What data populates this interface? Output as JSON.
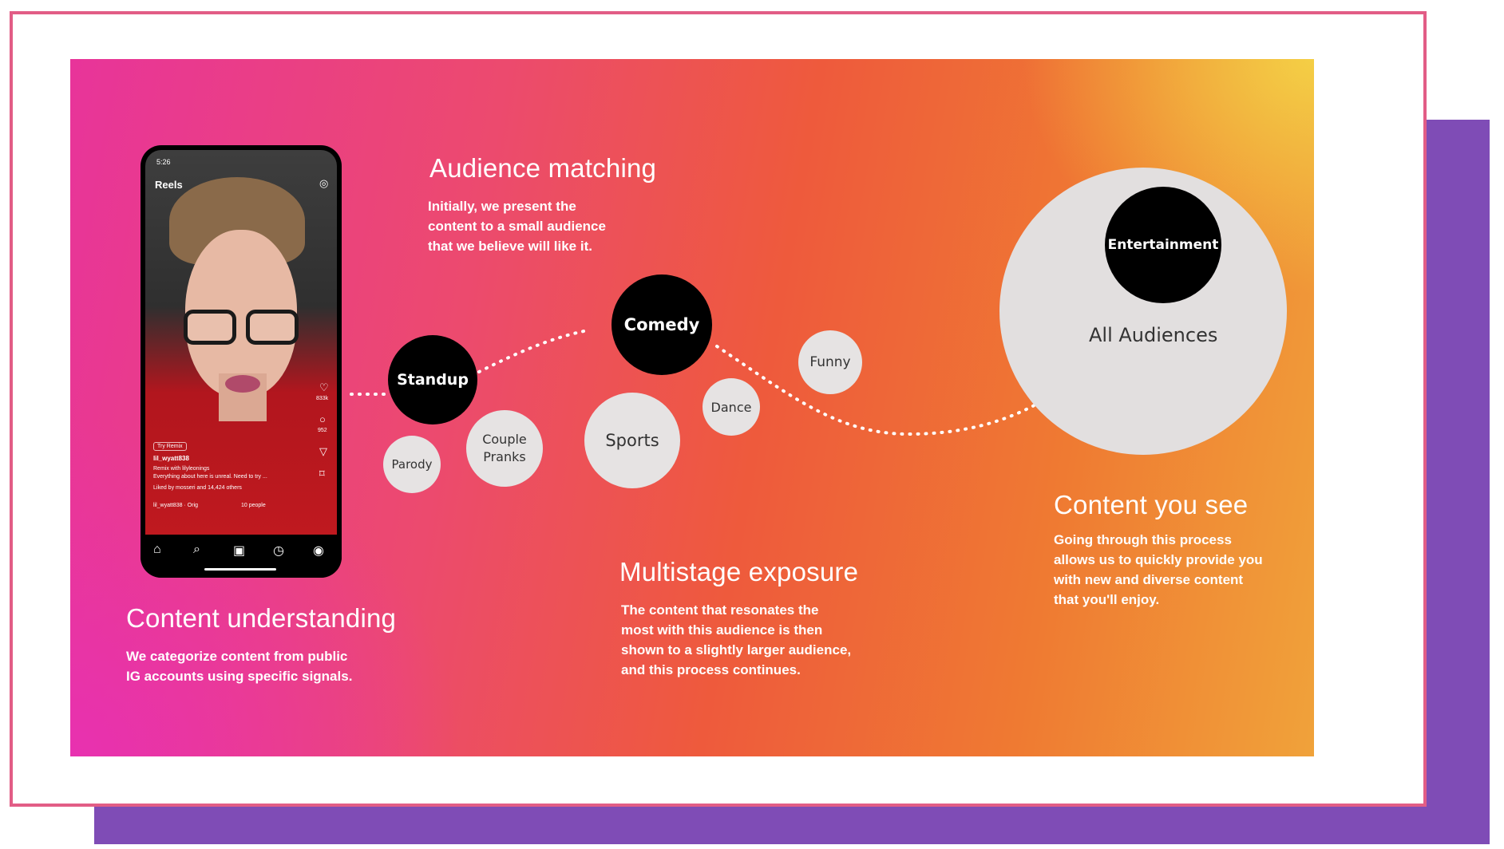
{
  "colors": {
    "frame_border": "#e25d86",
    "shadow_panel": "#7f4cb6",
    "bubble_dark": "#000000",
    "bubble_light": "#e6e3e3"
  },
  "sections": {
    "content_understanding": {
      "title": "Content understanding",
      "body": "We categorize content from public\nIG accounts using specific signals."
    },
    "audience_matching": {
      "title": "Audience matching",
      "body": "Initially, we present the\ncontent to a small audience\nthat we believe will like it."
    },
    "multistage_exposure": {
      "title": "Multistage exposure",
      "body": "The content that resonates the\nmost with this audience is then\nshown to a slightly larger audience,\nand this process continues."
    },
    "content_you_see": {
      "title": "Content you see",
      "body": "Going through this process\nallows us to quickly provide you\nwith new and diverse content\nthat you'll enjoy."
    }
  },
  "bubbles": {
    "standup": "Standup",
    "comedy": "Comedy",
    "entertainment": "Entertainment",
    "parody": "Parody",
    "couple_pranks": "Couple\nPranks",
    "sports": "Sports",
    "dance": "Dance",
    "funny": "Funny",
    "all_audiences": "All Audiences"
  },
  "phone": {
    "status_time": "5:26",
    "header": "Reels",
    "remix_badge": "Try Remix",
    "username": "lil_wyatt838",
    "remix_with": "Remix with lilyleonings",
    "caption": "Everything about here is unreal. Need to try ...",
    "liked_by": "Liked by mosseri and 14,424 others",
    "audio": "lil_wyatt838 · Orig",
    "people": "10 people",
    "likes_count": "833k",
    "comments_count": "952"
  }
}
